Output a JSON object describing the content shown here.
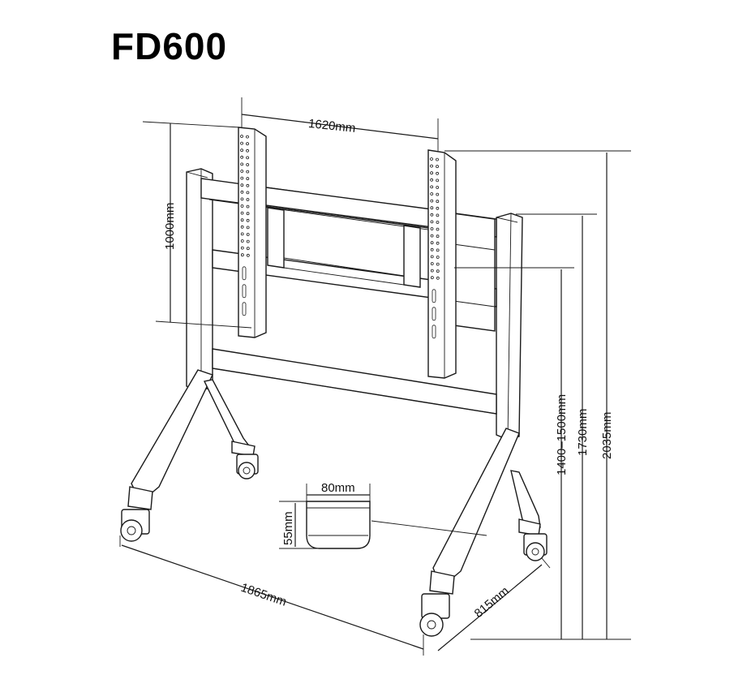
{
  "title": "FD600",
  "dimensions": {
    "width_top": "1620mm",
    "height_plate": "1000mm",
    "height_range": "1400–1500mm",
    "height_mid": "1730mm",
    "height_total": "2035mm",
    "base_length": "1865mm",
    "base_depth": "815mm",
    "shelf_width": "80mm",
    "shelf_depth": "55mm"
  }
}
